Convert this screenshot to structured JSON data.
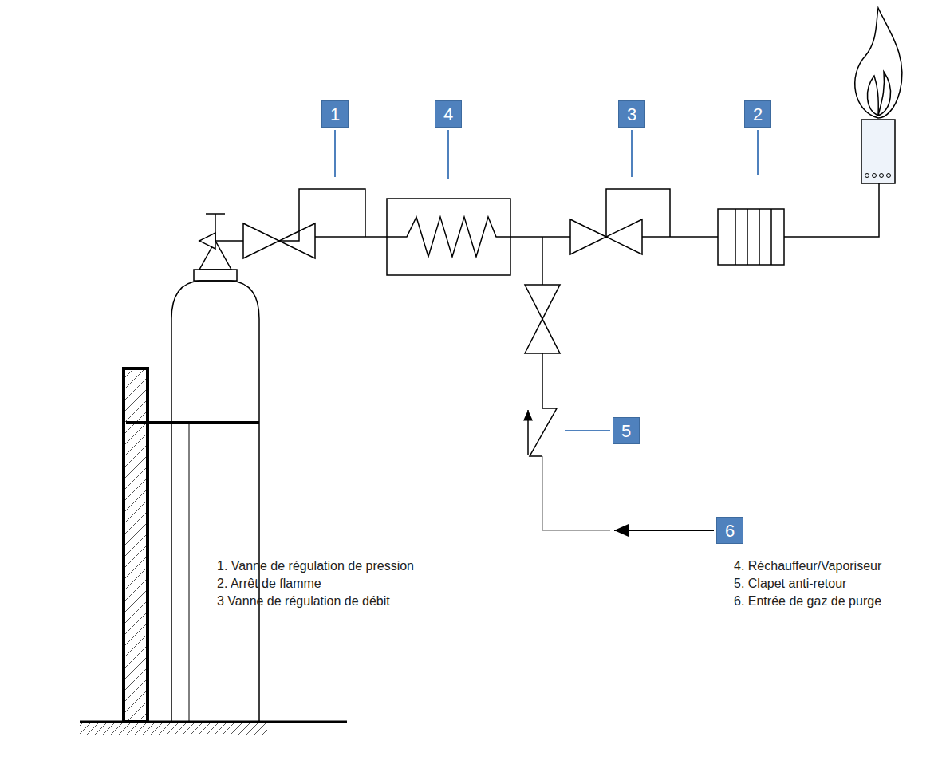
{
  "diagram": {
    "labels": [
      "1",
      "4",
      "3",
      "2",
      "5",
      "6",
      "1. Vanne de régulation de pression",
      "2. Arrêt de flamme",
      "3 Vanne de régulation de débit",
      "4. Réchauffeur/Vaporiseur",
      "5. Clapet anti-retour",
      "6. Entrée de gaz de purge"
    ]
  }
}
